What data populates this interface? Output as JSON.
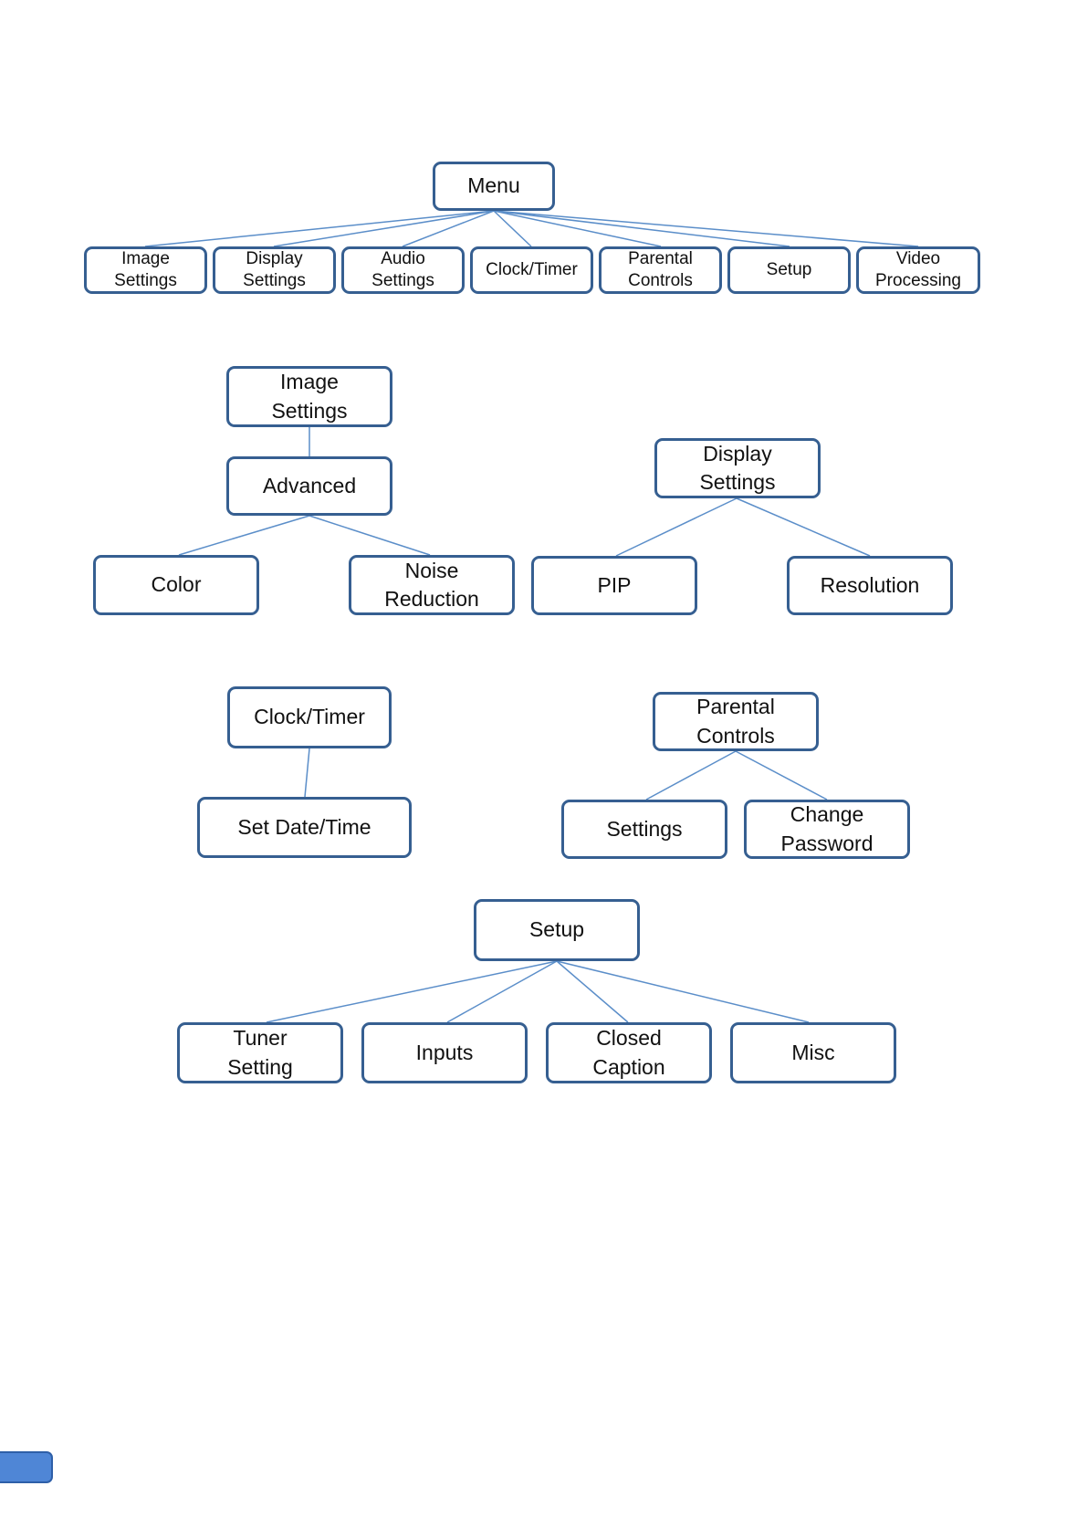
{
  "menu": {
    "root": "Menu",
    "items": [
      "Image\nSettings",
      "Display\nSettings",
      "Audio\nSettings",
      "Clock/Timer",
      "Parental\nControls",
      "Setup",
      "Video\nProcessing"
    ]
  },
  "image_settings": {
    "root": "Image\nSettings",
    "advanced": "Advanced",
    "children": [
      "Color",
      "Noise\nReduction"
    ]
  },
  "display_settings": {
    "root": "Display\nSettings",
    "children": [
      "PIP",
      "Resolution"
    ]
  },
  "clock_timer": {
    "root": "Clock/Timer",
    "children": [
      "Set Date/Time"
    ]
  },
  "parental_controls": {
    "root": "Parental\nControls",
    "children": [
      "Settings",
      "Change\nPassword"
    ]
  },
  "setup": {
    "root": "Setup",
    "children": [
      "Tuner\nSetting",
      "Inputs",
      "Closed\nCaption",
      "Misc"
    ]
  },
  "colors": {
    "box_border": "#365f91",
    "connector": "#5b8ec9",
    "page_tab": "#4f86d6"
  }
}
